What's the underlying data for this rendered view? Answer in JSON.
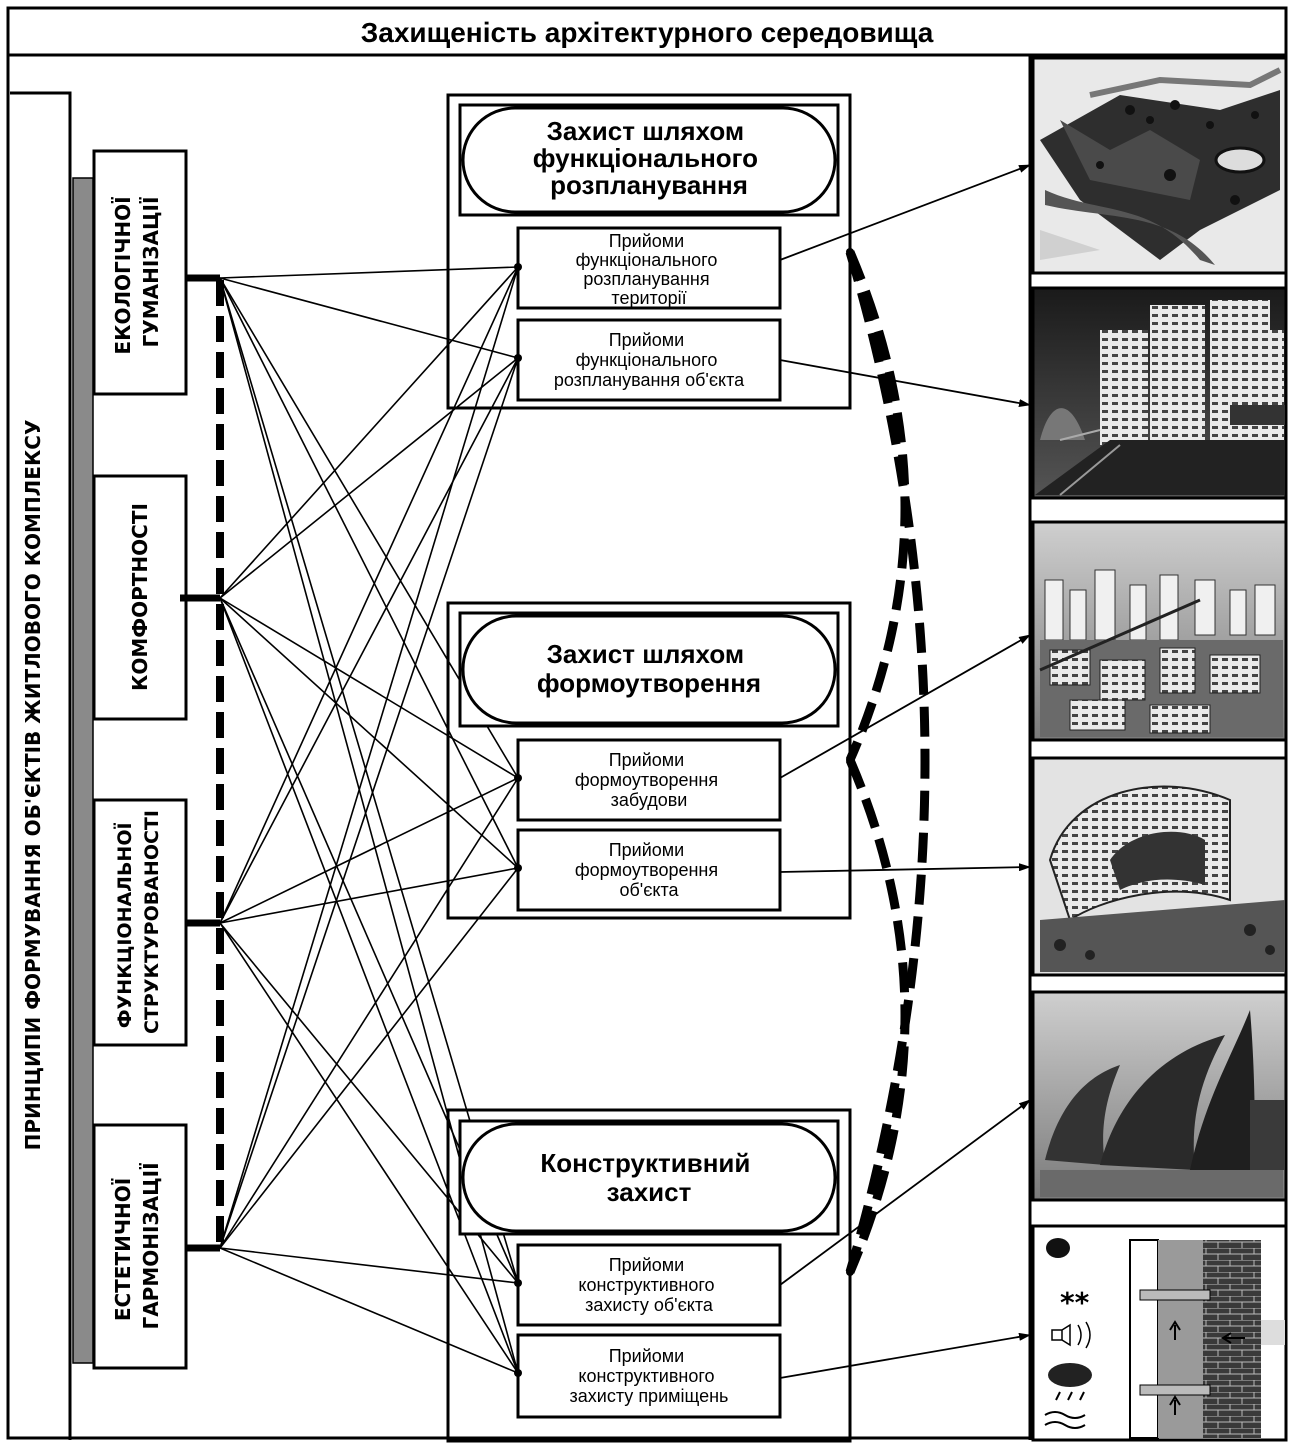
{
  "title": "Захищеність архітектурного середовища",
  "left_label": "ПРИНЦИПИ ФОРМУВАННЯ ОБ'ЄКТІВ ЖИТЛОВОГО КОМПЛЕКСУ",
  "principles": [
    {
      "id": "eco",
      "lines": [
        "ЕКОЛОГІЧНОЇ",
        "ГУМАНІЗАЦІЇ"
      ]
    },
    {
      "id": "comfort",
      "lines": [
        "КОМФОРТНОСТІ"
      ]
    },
    {
      "id": "func",
      "lines": [
        "ФУНКЦІОНАЛЬНОЇ",
        "СТРУКТУРОВАНОСТІ"
      ]
    },
    {
      "id": "aesth",
      "lines": [
        "ЕСТЕТИЧНОЇ",
        "ГАРМОНІЗАЦІЇ"
      ]
    }
  ],
  "groups": [
    {
      "id": "g1",
      "lines": [
        "Захист шляхом",
        "функціонального",
        "розпланування"
      ]
    },
    {
      "id": "g2",
      "lines": [
        "Захист шляхом",
        "формоутворення"
      ]
    },
    {
      "id": "g3",
      "lines": [
        "Конструктивний",
        "захист"
      ]
    }
  ],
  "methods": [
    {
      "id": "m1",
      "lines": [
        "Прийоми",
        "функціонального",
        "розпланування",
        "території"
      ]
    },
    {
      "id": "m2",
      "lines": [
        "Прийоми",
        "функціонального",
        "розпланування об'єкта"
      ]
    },
    {
      "id": "m3",
      "lines": [
        "Прийоми",
        "формоутворення",
        "забудови"
      ]
    },
    {
      "id": "m4",
      "lines": [
        "Прийоми",
        "формоутворення",
        "об'єкта"
      ]
    },
    {
      "id": "m5",
      "lines": [
        "Прийоми",
        "конструктивного",
        "захисту об'єкта"
      ]
    },
    {
      "id": "m6",
      "lines": [
        "Прийоми",
        "конструктивного",
        "захисту приміщень"
      ]
    }
  ],
  "images": [
    {
      "id": "img1",
      "icon": "site-plan-aerial-photo"
    },
    {
      "id": "img2",
      "icon": "residential-towers-street-photo"
    },
    {
      "id": "img3",
      "icon": "city-blocks-aerial-photo"
    },
    {
      "id": "img4",
      "icon": "curved-building-model-photo"
    },
    {
      "id": "img5",
      "icon": "shell-roof-church-photo"
    },
    {
      "id": "img6",
      "icon": "wall-section-protection-drawing"
    }
  ],
  "colors": {
    "line": "#000000",
    "bar": "#8a8a8a",
    "background": "#ffffff"
  }
}
